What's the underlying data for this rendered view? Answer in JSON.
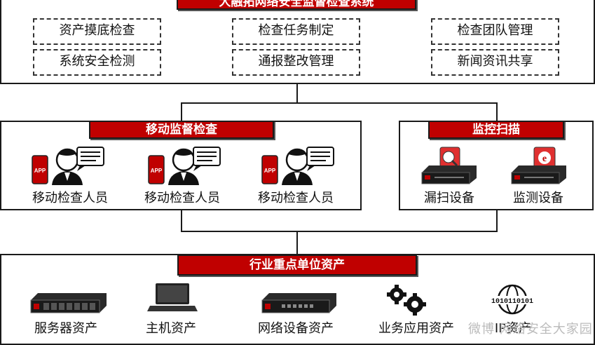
{
  "top": {
    "title": "大融拓网络安全监督检查系统",
    "items": [
      "资产摸底检查",
      "检查任务制定",
      "检查团队管理",
      "系统安全检测",
      "通报整改管理",
      "新闻资讯共享"
    ]
  },
  "mobile": {
    "title": "移动监督检查",
    "app_label": "APP",
    "inspectors": [
      "移动检查人员",
      "移动检查人员",
      "移动检查人员"
    ]
  },
  "monitor": {
    "title": "监控扫描",
    "devices": [
      "漏扫设备",
      "监测设备"
    ]
  },
  "assets": {
    "title": "行业重点单位资产",
    "items": [
      "服务器资产",
      "主机资产",
      "网络设备资产",
      "业务应用资产",
      "IP资产"
    ],
    "ip_binary": "1010110101"
  },
  "watermark": "微博 网络安全大家园"
}
